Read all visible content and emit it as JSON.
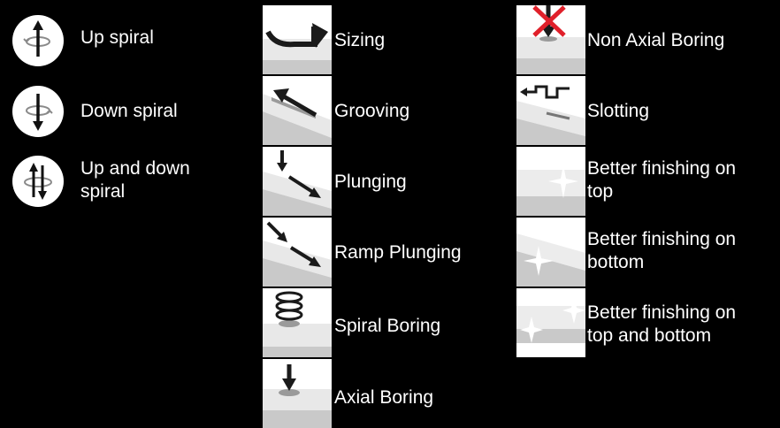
{
  "colors": {
    "background": "#000000",
    "text": "#ffffff",
    "tile_top": "#efefef",
    "tile_side": "#cfcfcf",
    "arrow": "#1a1a1a",
    "cross": "#e0202a"
  },
  "spirals": [
    {
      "label": "Up spiral",
      "icon": "up-spiral-icon"
    },
    {
      "label": "Down spiral",
      "icon": "down-spiral-icon"
    },
    {
      "label_line1": "Up and down",
      "label_line2": "spiral",
      "icon": "up-down-spiral-icon"
    }
  ],
  "operations": [
    {
      "label": "Sizing",
      "icon": "sizing-icon"
    },
    {
      "label": "Grooving",
      "icon": "grooving-icon"
    },
    {
      "label": "Plunging",
      "icon": "plunging-icon"
    },
    {
      "label": "Ramp Plunging",
      "icon": "ramp-plunging-icon"
    },
    {
      "label": "Spiral Boring",
      "icon": "spiral-boring-icon"
    },
    {
      "label": "Axial Boring",
      "icon": "axial-boring-icon"
    }
  ],
  "features": [
    {
      "label": "Non Axial Boring",
      "icon": "non-axial-boring-icon"
    },
    {
      "label": "Slotting",
      "icon": "slotting-icon"
    },
    {
      "label_line1": "Better finishing on",
      "label_line2": "top",
      "icon": "finish-top-icon"
    },
    {
      "label_line1": "Better finishing on",
      "label_line2": "bottom",
      "icon": "finish-bottom-icon"
    },
    {
      "label_line1": "Better finishing on",
      "label_line2": "top and bottom",
      "icon": "finish-top-bottom-icon"
    }
  ]
}
